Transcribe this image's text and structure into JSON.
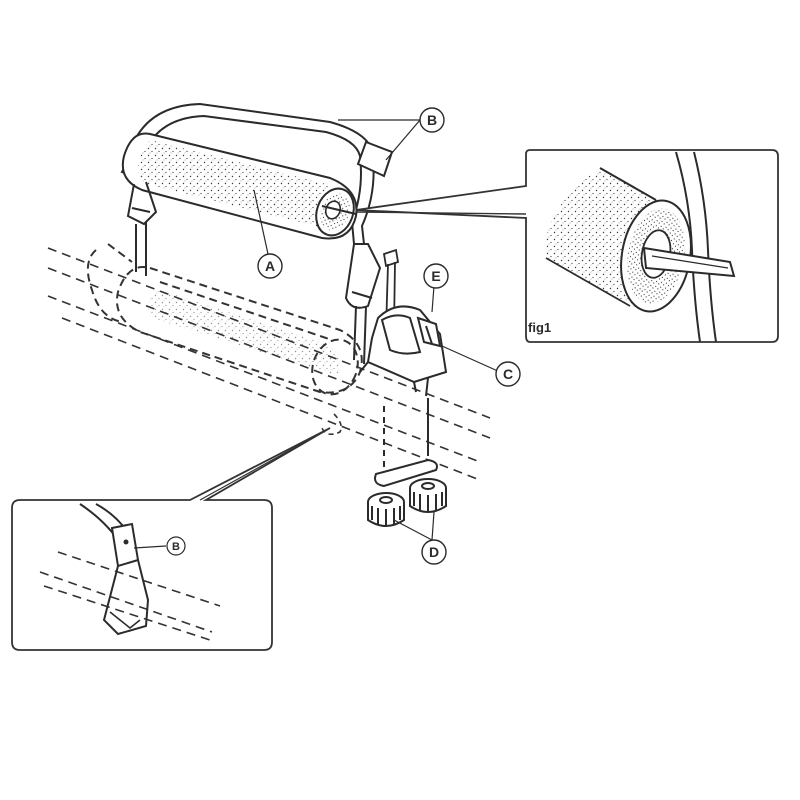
{
  "diagram": {
    "callouts": {
      "a": "A",
      "b": "B",
      "c": "C",
      "d": "D",
      "e": "E",
      "b_inset": "B"
    },
    "inset_caption": "fig1"
  },
  "colors": {
    "ink": "#2b2b2b",
    "paper": "#ffffff",
    "foam_dot": "#3a3a3a",
    "inset_border": "#333333"
  }
}
